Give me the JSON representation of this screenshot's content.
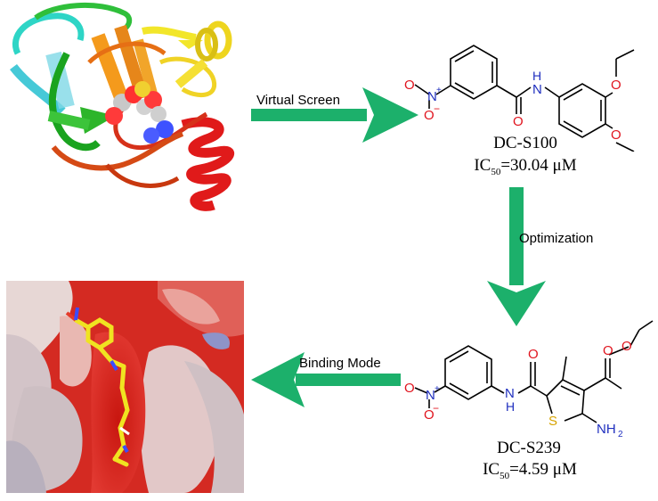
{
  "arrows": {
    "virtual_screen": "Virtual Screen",
    "optimization": "Optimization",
    "binding_mode": "Binding Mode"
  },
  "compound1": {
    "name": "DC-S100",
    "ic_label": "IC",
    "ic_sub": "50",
    "ic_value": "=30.04 μM"
  },
  "compound2": {
    "name": "DC-S239",
    "ic_label": "IC",
    "ic_sub": "50",
    "ic_value": "=4.59 μM"
  },
  "atoms": {
    "nitrogen": "N",
    "nitro_n": "N",
    "plus": "+",
    "oxygen": "O",
    "minus": "−",
    "hydrogen": "H",
    "sulfur": "S",
    "amine": "NH",
    "amine_sub": "2"
  },
  "colors": {
    "arrow": "#1cb06b",
    "oxygen": "#e0141e",
    "nitrogen": "#1f2fbf",
    "sulfur": "#d6a300",
    "surface_red": "#e0201e",
    "ligand": "#f0e321"
  }
}
